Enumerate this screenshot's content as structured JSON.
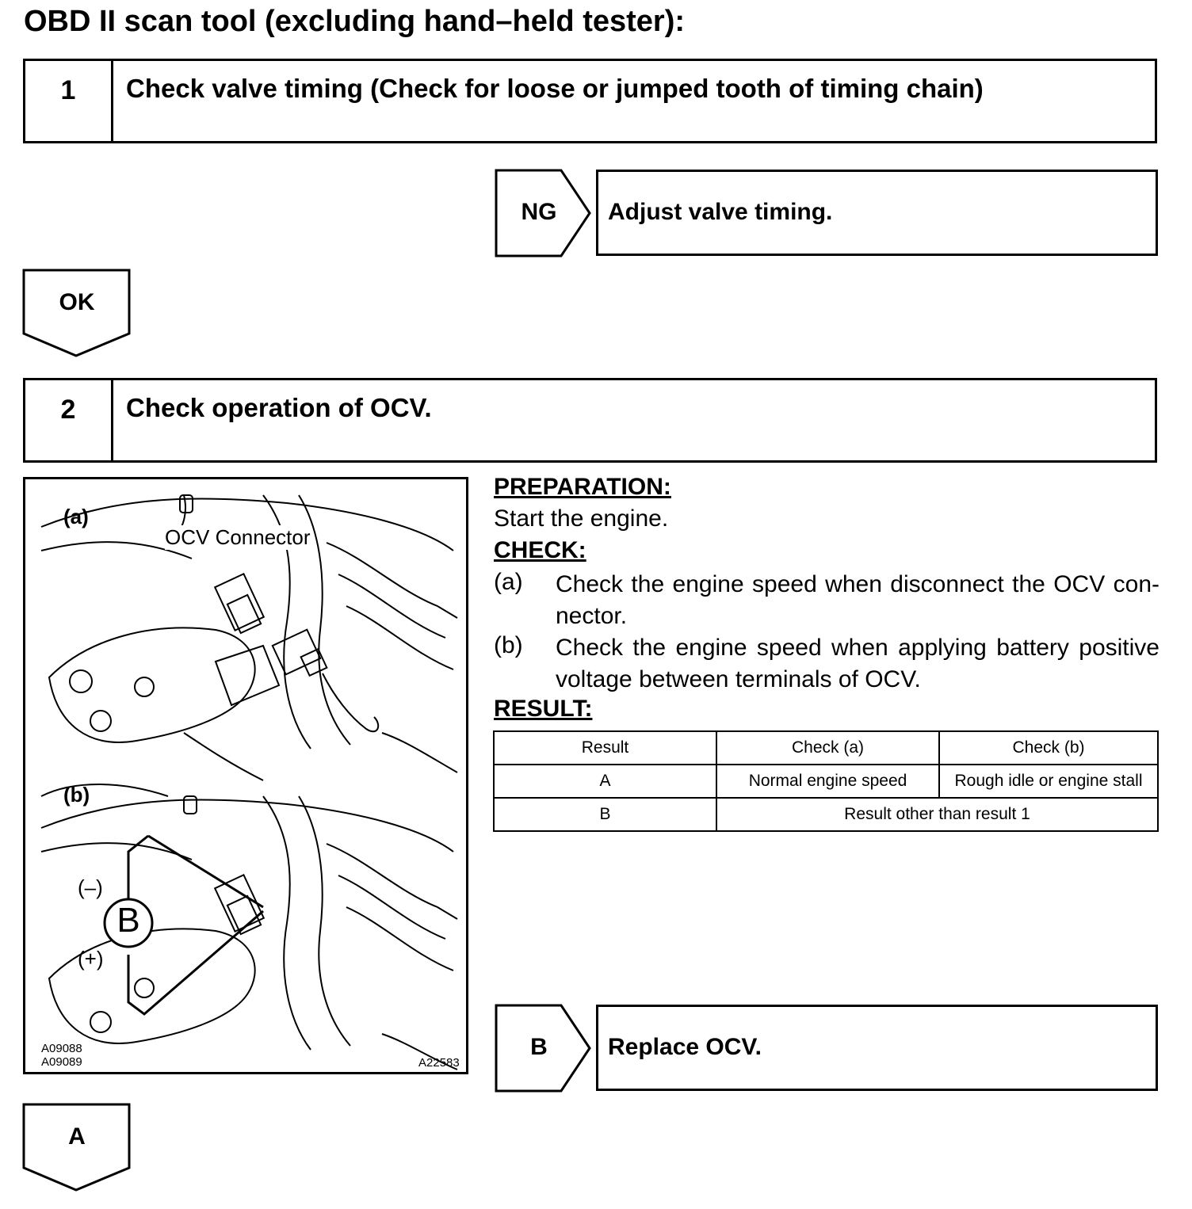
{
  "page_title": "OBD II scan tool (excluding hand–held tester):",
  "step1": {
    "number": "1",
    "text": "Check valve timing (Check for loose or jumped tooth of timing chain)"
  },
  "ng_branch": {
    "label": "NG",
    "action": "Adjust valve timing."
  },
  "ok_label": "OK",
  "step2": {
    "number": "2",
    "text": "Check operation of OCV."
  },
  "figure": {
    "label_a": "(a)",
    "label_b": "(b)",
    "ocv_connector": "OCV Connector",
    "minus": "(–)",
    "plus": "(+)",
    "battery": "B",
    "code_1": "A09088",
    "code_2": "A09089",
    "code_3": "A22583"
  },
  "preparation": {
    "heading": "PREPARATION:",
    "text": "Start the engine."
  },
  "check": {
    "heading": "CHECK:",
    "items": [
      {
        "tag": "(a)",
        "text": "Check the engine speed when disconnect the OCV con- nector."
      },
      {
        "tag": "(b)",
        "text": "Check the engine speed when applying battery positive voltage between terminals of OCV."
      }
    ]
  },
  "result": {
    "heading": "RESULT:",
    "headers": [
      "Result",
      "Check (a)",
      "Check (b)"
    ],
    "row_a": [
      "A",
      "Normal engine speed",
      "Rough idle or engine stall"
    ],
    "row_b": [
      "B",
      "Result other than result 1"
    ]
  },
  "b_branch": {
    "label": "B",
    "action": "Replace OCV."
  },
  "a_label": "A"
}
